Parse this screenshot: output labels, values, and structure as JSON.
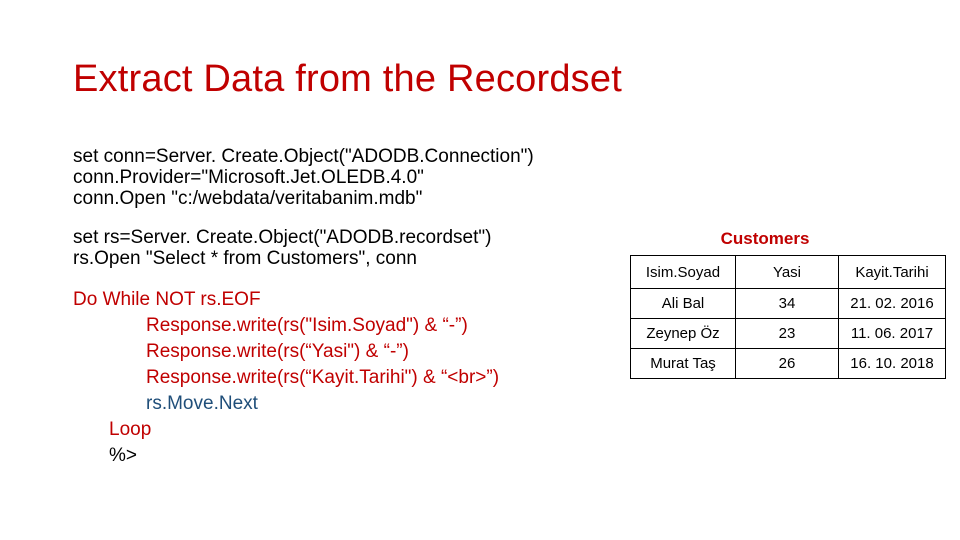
{
  "slide": {
    "title": "Extract Data from the Recordset",
    "code_block_1": [
      "set conn=Server. Create.Object(\"ADODB.Connection\")",
      "conn.Provider=\"Microsoft.Jet.OLEDB.4.0\"",
      "conn.Open \"c:/webdata/veritabanim.mdb\""
    ],
    "code_block_2": [
      "set rs=Server. Create.Object(\"ADODB.recordset\")",
      "rs.Open \"Select * from Customers\", conn"
    ],
    "loop_block": {
      "do_while": "Do While NOT rs.EOF",
      "write_lines": [
        "Response.write(rs(\"Isim.Soyad\") & “-”)",
        "Response.write(rs(“Yasi\") & “-”)",
        "Response.write(rs(“Kayit.Tarihi\") & “<br>”)"
      ],
      "move_next": "rs.Move.Next",
      "loop": "Loop",
      "close_tag": "%>"
    }
  },
  "table": {
    "caption": "Customers",
    "headers": [
      "Isim.Soyad",
      "Yasi",
      "Kayit.Tarihi"
    ],
    "rows": [
      [
        "Ali Bal",
        "34",
        "21. 02. 2016"
      ],
      [
        "Zeynep Öz",
        "23",
        "11. 06. 2017"
      ],
      [
        "Murat Taş",
        "26",
        "16. 10. 2018"
      ]
    ]
  },
  "colors": {
    "title": "#c00000",
    "keyword_red": "#c00000",
    "keyword_blue": "#1f4e79"
  }
}
